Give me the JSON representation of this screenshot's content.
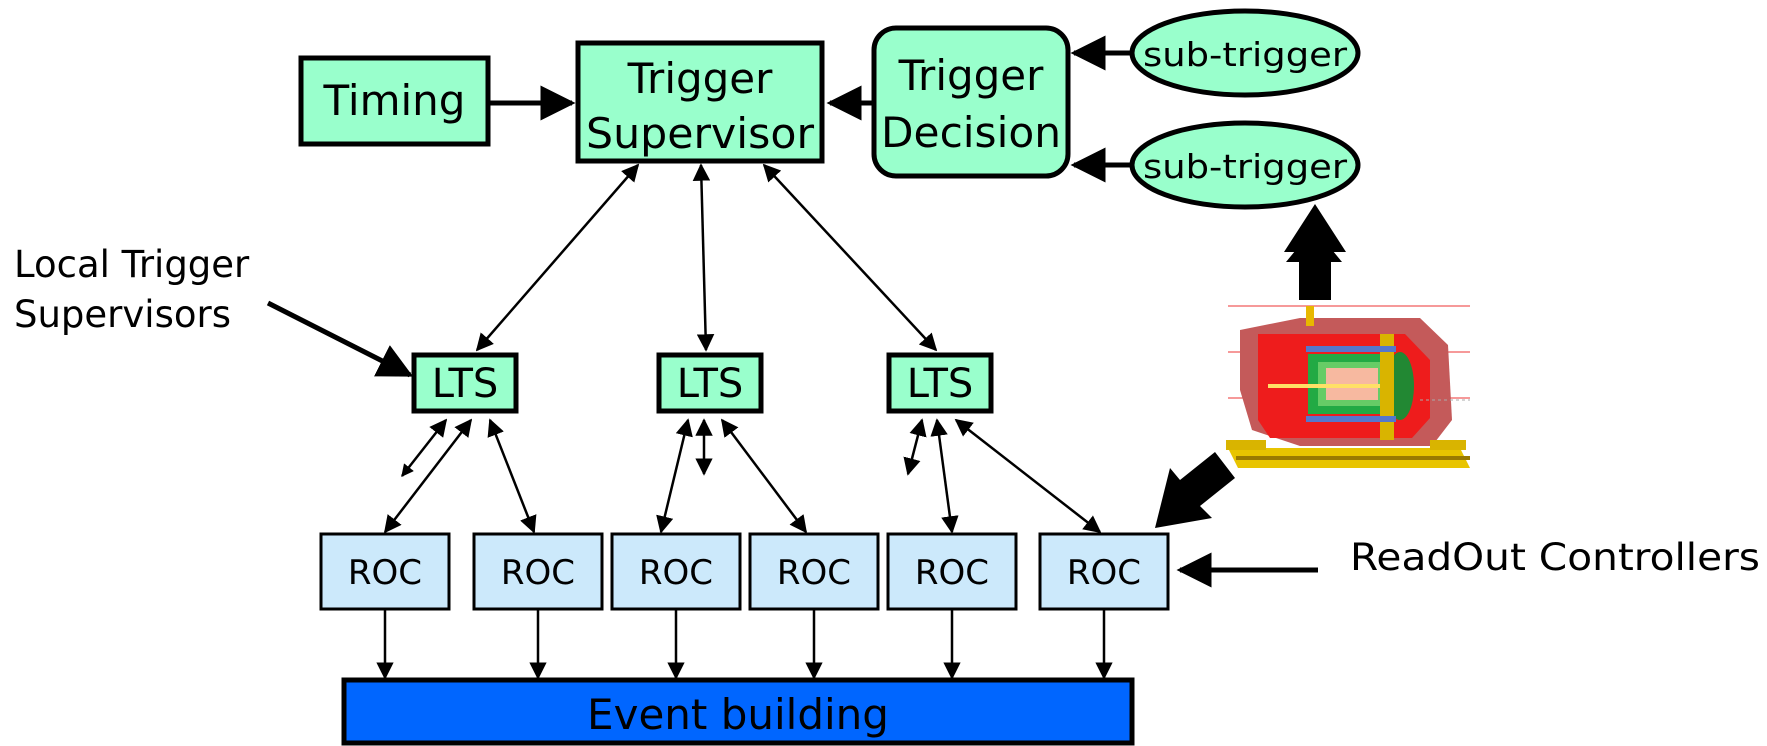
{
  "diagram": {
    "timing": "Timing",
    "trigger_supervisor": [
      "Trigger",
      "Supervisor"
    ],
    "trigger_decision": [
      "Trigger",
      "Decision"
    ],
    "sub_triggers": [
      "sub-trigger",
      "sub-trigger"
    ],
    "local_trigger_supervisors_label": [
      "Local Trigger",
      "Supervisors"
    ],
    "lts": [
      "LTS",
      "LTS",
      "LTS"
    ],
    "roc": [
      "ROC",
      "ROC",
      "ROC",
      "ROC",
      "ROC",
      "ROC"
    ],
    "readout_controllers_label": "ReadOut Controllers",
    "event_building": "Event building"
  },
  "colors": {
    "trigger_box": "#99ffcc",
    "roc_box": "#cce9fb",
    "event_building_bar": "#0066ff"
  },
  "icons": {
    "detector": "detector-cutaway-icon",
    "big_arrows": [
      "block-arrow-up-icon",
      "block-arrow-down-left-icon"
    ]
  }
}
